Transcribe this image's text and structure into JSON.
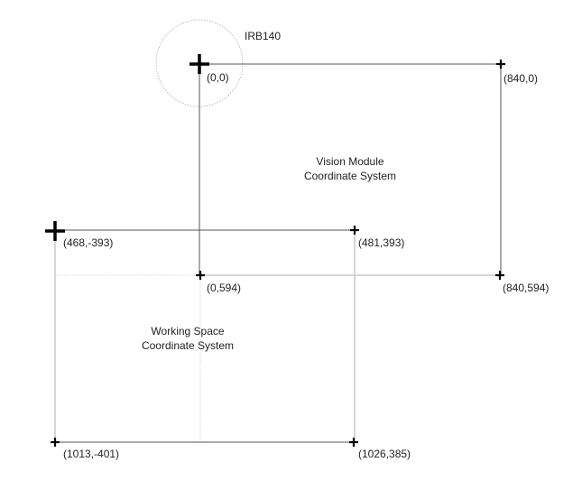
{
  "diagram": {
    "robot_label": "IRB140",
    "systems": [
      {
        "id": "vision",
        "title_lines": [
          "Vision Module",
          "Coordinate System"
        ]
      },
      {
        "id": "working",
        "title_lines": [
          "Working Space",
          "Coordinate System"
        ]
      }
    ],
    "points": [
      {
        "id": "v00",
        "label": "(0,0)",
        "origin": true
      },
      {
        "id": "v8400",
        "label": "(840,0)",
        "origin": false
      },
      {
        "id": "v0594",
        "label": "(0,594)",
        "origin": false
      },
      {
        "id": "v840594",
        "label": "(840,594)",
        "origin": false
      },
      {
        "id": "w468",
        "label": "(468,-393)",
        "origin": true
      },
      {
        "id": "w481",
        "label": "(481,393)",
        "origin": false
      },
      {
        "id": "w1013",
        "label": "(1013,-401)",
        "origin": false
      },
      {
        "id": "w1026",
        "label": "(1026,385)",
        "origin": false
      }
    ],
    "colors": {
      "dark_line": "#555555",
      "light_line": "#c8c8c8",
      "marker": "#000000",
      "text": "#222222"
    }
  }
}
